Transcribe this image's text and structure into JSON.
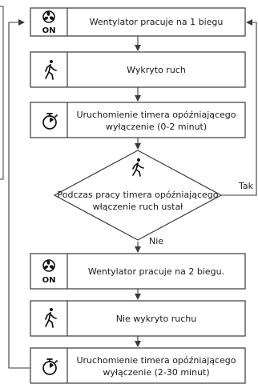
{
  "steps": [
    {
      "icon": "fan-on-icon",
      "icon_text": "ON",
      "text": "Wentylator pracuje na 1 biegu"
    },
    {
      "icon": "walking-person-icon",
      "text": "Wykryto ruch"
    },
    {
      "icon": "stopwatch-icon",
      "line1": "Uruchomienie timera opóźniającego",
      "line2": "wyłączenie (0-2 minut)"
    },
    {
      "icon": "fan-on-icon",
      "icon_text": "ON",
      "text": "Wentylator pracuje na 2 biegu."
    },
    {
      "icon": "walking-person-icon",
      "text": "Nie wykryto ruchu"
    },
    {
      "icon": "stopwatch-icon",
      "line1": "Uruchomienie timera opóźniającego",
      "line2": "wyłączenie (2-30 minut)"
    }
  ],
  "decision": {
    "icon": "walking-person-icon",
    "line1": "Podczas pracy timera opóźniającego",
    "line2": "włączenie ruch ustał",
    "yes_label": "Tak",
    "no_label": "Nie"
  },
  "colors": {
    "stroke": "#3a3a3a",
    "text": "#1a1a1a"
  }
}
